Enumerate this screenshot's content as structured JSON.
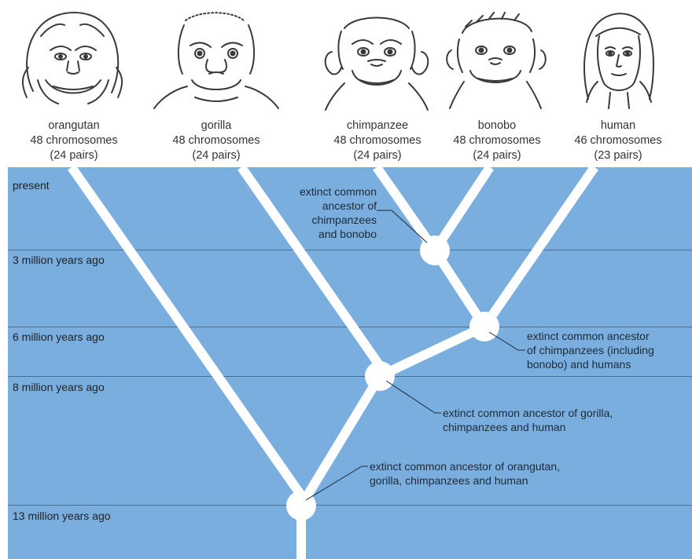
{
  "species": [
    {
      "name": "orangutan",
      "chromosomes": "48 chromosomes",
      "pairs": "(24 pairs)",
      "icon": "orangutan-face-icon"
    },
    {
      "name": "gorilla",
      "chromosomes": "48 chromosomes",
      "pairs": "(24 pairs)",
      "icon": "gorilla-face-icon"
    },
    {
      "name": "chimpanzee",
      "chromosomes": "48 chromosomes",
      "pairs": "(24 pairs)",
      "icon": "chimpanzee-face-icon"
    },
    {
      "name": "bonobo",
      "chromosomes": "48 chromosomes",
      "pairs": "(24 pairs)",
      "icon": "bonobo-face-icon"
    },
    {
      "name": "human",
      "chromosomes": "46 chromosomes",
      "pairs": "(23 pairs)",
      "icon": "human-face-icon"
    }
  ],
  "timeline": [
    {
      "label": "present",
      "mya": 0
    },
    {
      "label": "3 million years ago",
      "mya": 3
    },
    {
      "label": "6 million years ago",
      "mya": 6
    },
    {
      "label": "8 million years ago",
      "mya": 8
    },
    {
      "label": "13 million years ago",
      "mya": 13
    }
  ],
  "ancestors": [
    {
      "lines": [
        "extinct common",
        "ancestor of",
        "chimpanzees",
        "and bonobo"
      ]
    },
    {
      "lines": [
        "extinct common ancestor",
        "of chimpanzees (including",
        "bonobo) and humans"
      ]
    },
    {
      "lines": [
        "extinct common ancestor of gorilla,",
        "chimpanzees and human"
      ]
    },
    {
      "lines": [
        "extinct common ancestor of orangutan,",
        "gorilla, chimpanzees and human"
      ]
    }
  ],
  "colors": {
    "panel": "#79aedf",
    "branch": "#ffffff",
    "grid": "#4d6f91",
    "text": "#333333"
  }
}
